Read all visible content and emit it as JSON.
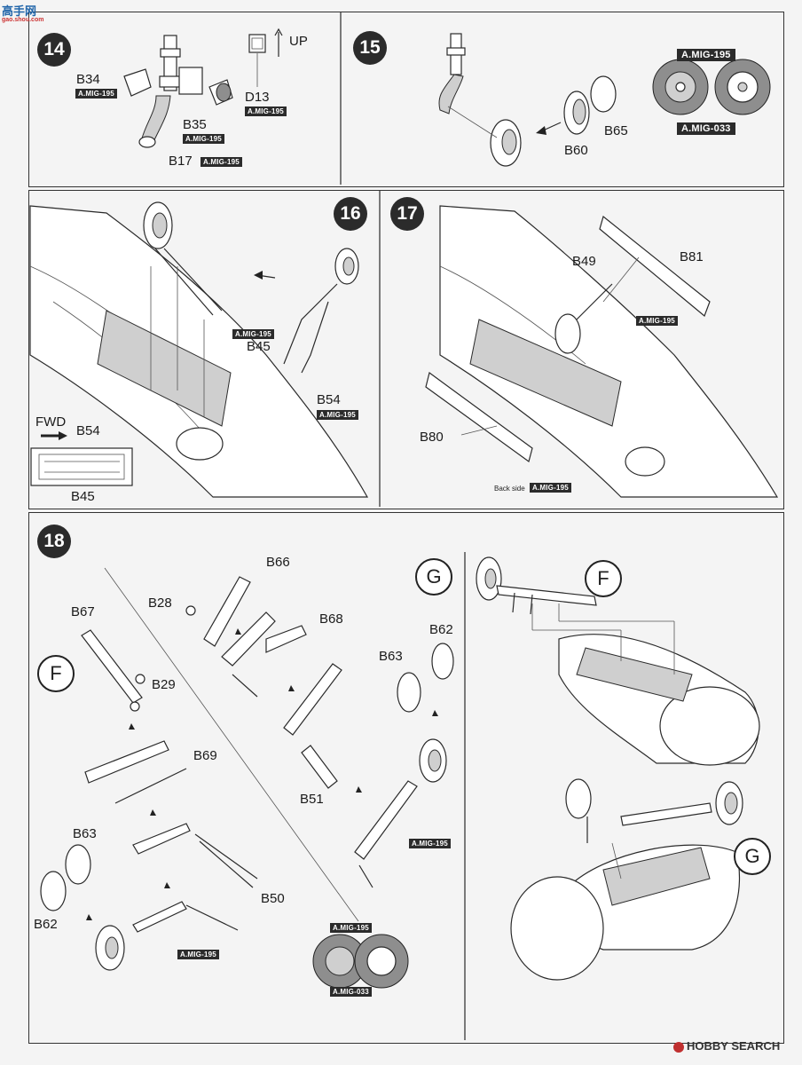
{
  "watermark": {
    "top_left": "高手网",
    "top_left_url": "gao.shou.com",
    "bottom_right_brand": "HOBBY",
    "bottom_right_suffix": "SEARCH"
  },
  "steps": {
    "s14": {
      "number": "14",
      "labels": {
        "b34": "B34",
        "b35": "B35",
        "b17": "B17",
        "d13": "D13",
        "up": "UP"
      },
      "tags": {
        "b34": "A.MIG-195",
        "b35": "A.MIG-195",
        "b17": "A.MIG-195",
        "d13": "A.MIG-195"
      }
    },
    "s15": {
      "number": "15",
      "labels": {
        "b60": "B60",
        "b65": "B65"
      },
      "tags": {
        "wheel_top": "A.MIG-195",
        "wheel_bottom": "A.MIG-033"
      }
    },
    "s16": {
      "number": "16",
      "labels": {
        "b45": "B45",
        "b54": "B54",
        "fwd": "FWD",
        "inset_b54": "B54",
        "inset_b45": "B45"
      },
      "tags": {
        "b45": "A.MIG-195",
        "b54": "A.MIG-195"
      }
    },
    "s17": {
      "number": "17",
      "labels": {
        "b49": "B49",
        "b81": "B81",
        "b80": "B80"
      },
      "tags": {
        "b81": "A.MIG-195",
        "back_side": "A.MIG-195"
      },
      "notes": {
        "back_side": "Back side"
      }
    },
    "s18": {
      "number": "18",
      "sub_f": "F",
      "sub_g": "G",
      "labels": {
        "b66": "B66",
        "b28": "B28",
        "b68": "B68",
        "b67": "B67",
        "b29": "B29",
        "b69": "B69",
        "b51": "B51",
        "b63a": "B63",
        "b62a": "B62",
        "b50": "B50",
        "b63b": "B63",
        "b62b": "B62"
      },
      "tags": {
        "left_wheel": "A.MIG-195",
        "right_wheel": "A.MIG-195",
        "wheel_top": "A.MIG-195",
        "wheel_bottom": "A.MIG-033"
      }
    },
    "assembly": {
      "f": "F",
      "g": "G"
    }
  }
}
